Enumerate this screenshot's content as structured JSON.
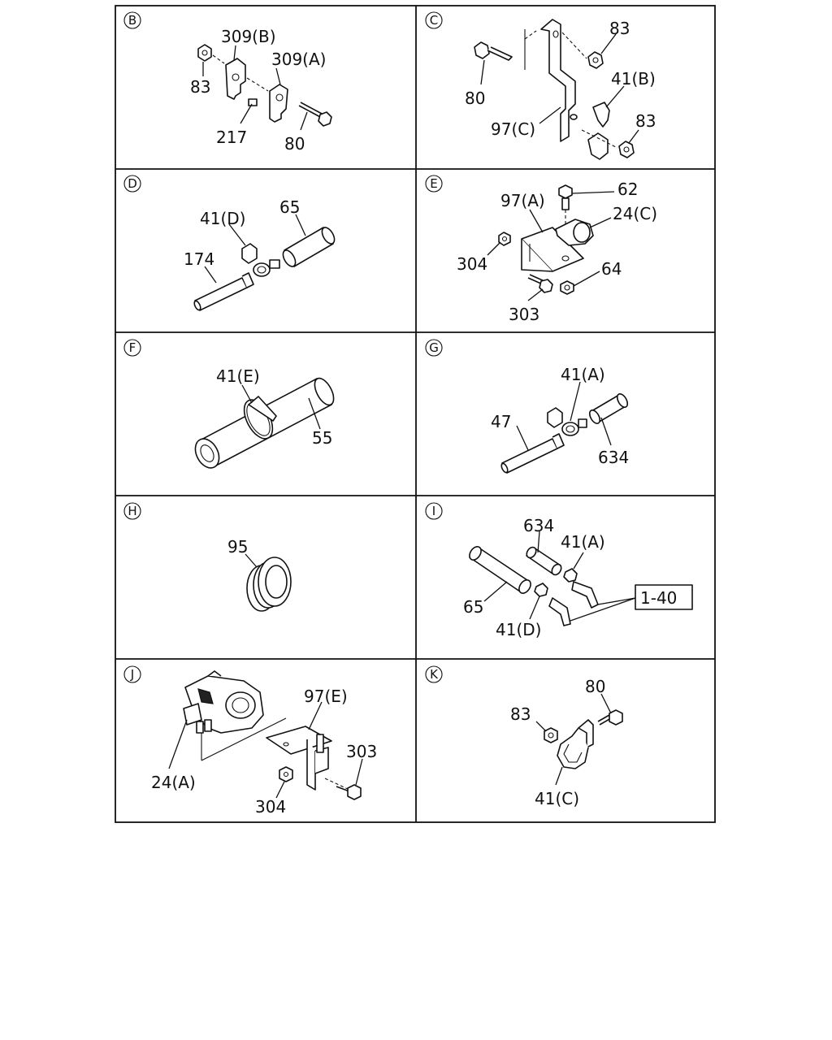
{
  "panels": [
    {
      "id": "B",
      "labels": {
        "a": "309(B)",
        "b": "309(A)",
        "c": "83",
        "d": "217",
        "e": "80"
      }
    },
    {
      "id": "C",
      "labels": {
        "a": "83",
        "b": "80",
        "c": "41(B)",
        "d": "97(C)",
        "e": "83"
      }
    },
    {
      "id": "D",
      "labels": {
        "a": "41(D)",
        "b": "65",
        "c": "174"
      }
    },
    {
      "id": "E",
      "labels": {
        "a": "62",
        "b": "97(A)",
        "c": "24(C)",
        "d": "304",
        "e": "64",
        "f": "303"
      }
    },
    {
      "id": "F",
      "labels": {
        "a": "41(E)",
        "b": "55"
      }
    },
    {
      "id": "G",
      "labels": {
        "a": "41(A)",
        "b": "47",
        "c": "634"
      }
    },
    {
      "id": "H",
      "labels": {
        "a": "95"
      }
    },
    {
      "id": "I",
      "labels": {
        "a": "634",
        "b": "41(A)",
        "c": "65",
        "d": "41(D)",
        "e": "1-40"
      }
    },
    {
      "id": "J",
      "labels": {
        "a": "97(E)",
        "b": "303",
        "c": "24(A)",
        "d": "304"
      }
    },
    {
      "id": "K",
      "labels": {
        "a": "80",
        "b": "83",
        "c": "41(C)"
      }
    }
  ]
}
